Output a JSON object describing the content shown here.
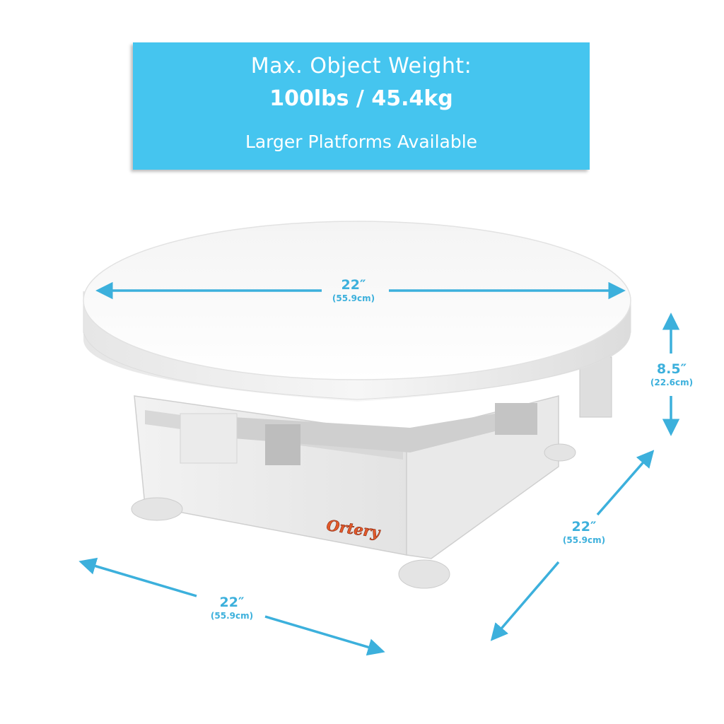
{
  "banner": {
    "line1": "Max. Object Weight:",
    "line2": "100lbs / 45.4kg",
    "line3": "Larger Platforms Available"
  },
  "dimensions": {
    "top_diameter": {
      "value": "22″",
      "metric": "(55.9cm)"
    },
    "height": {
      "value": "8.5″",
      "metric": "(22.6cm)"
    },
    "depth": {
      "value": "22″",
      "metric": "(55.9cm)"
    },
    "width": {
      "value": "22″",
      "metric": "(55.9cm)"
    }
  },
  "brand": {
    "logo_text": "Ortery"
  },
  "colors": {
    "banner": "#45c5ef",
    "dimension_lines": "#3cb0dc",
    "logo": "#e2592a"
  }
}
